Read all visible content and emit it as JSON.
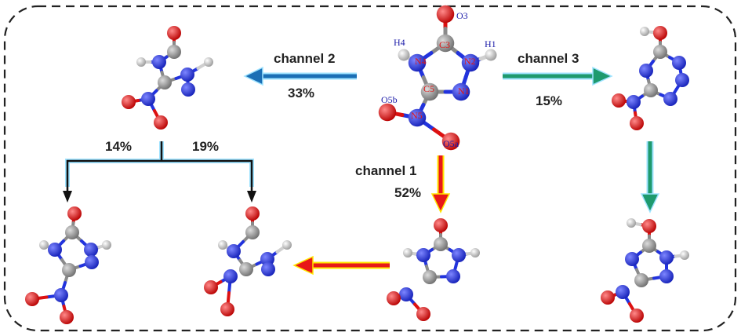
{
  "colors": {
    "carbon": "#8a8a8a",
    "nitrogen": "#2233dd",
    "oxygen": "#dd1111",
    "hydrogen": "#ffffff",
    "frame": "#222222",
    "arrow_blue": "#2a8fd8",
    "arrow_green": "#1e9a6e",
    "arrow_red": "#e81818",
    "arrow_yellow": "#ffe600",
    "arrow_black": "#111111",
    "atom_label_blue": "#1a1aa8",
    "atom_label_red": "#e01515"
  },
  "channels": {
    "channel2": {
      "label": "channel 2",
      "percent": "33%"
    },
    "channel3": {
      "label": "channel 3",
      "percent": "15%"
    },
    "channel1": {
      "label": "channel 1",
      "percent": "52%"
    },
    "branch_left_percent": "14%",
    "branch_right_percent": "19%"
  },
  "atom_labels": {
    "O3": "O3",
    "H4": "H4",
    "H1": "H1",
    "C3": "C3",
    "N4": "N4",
    "N2": "N2",
    "C5": "C5",
    "N1": "N1",
    "O5b": "O5b",
    "N5": "N5",
    "O5a": "O5a"
  }
}
